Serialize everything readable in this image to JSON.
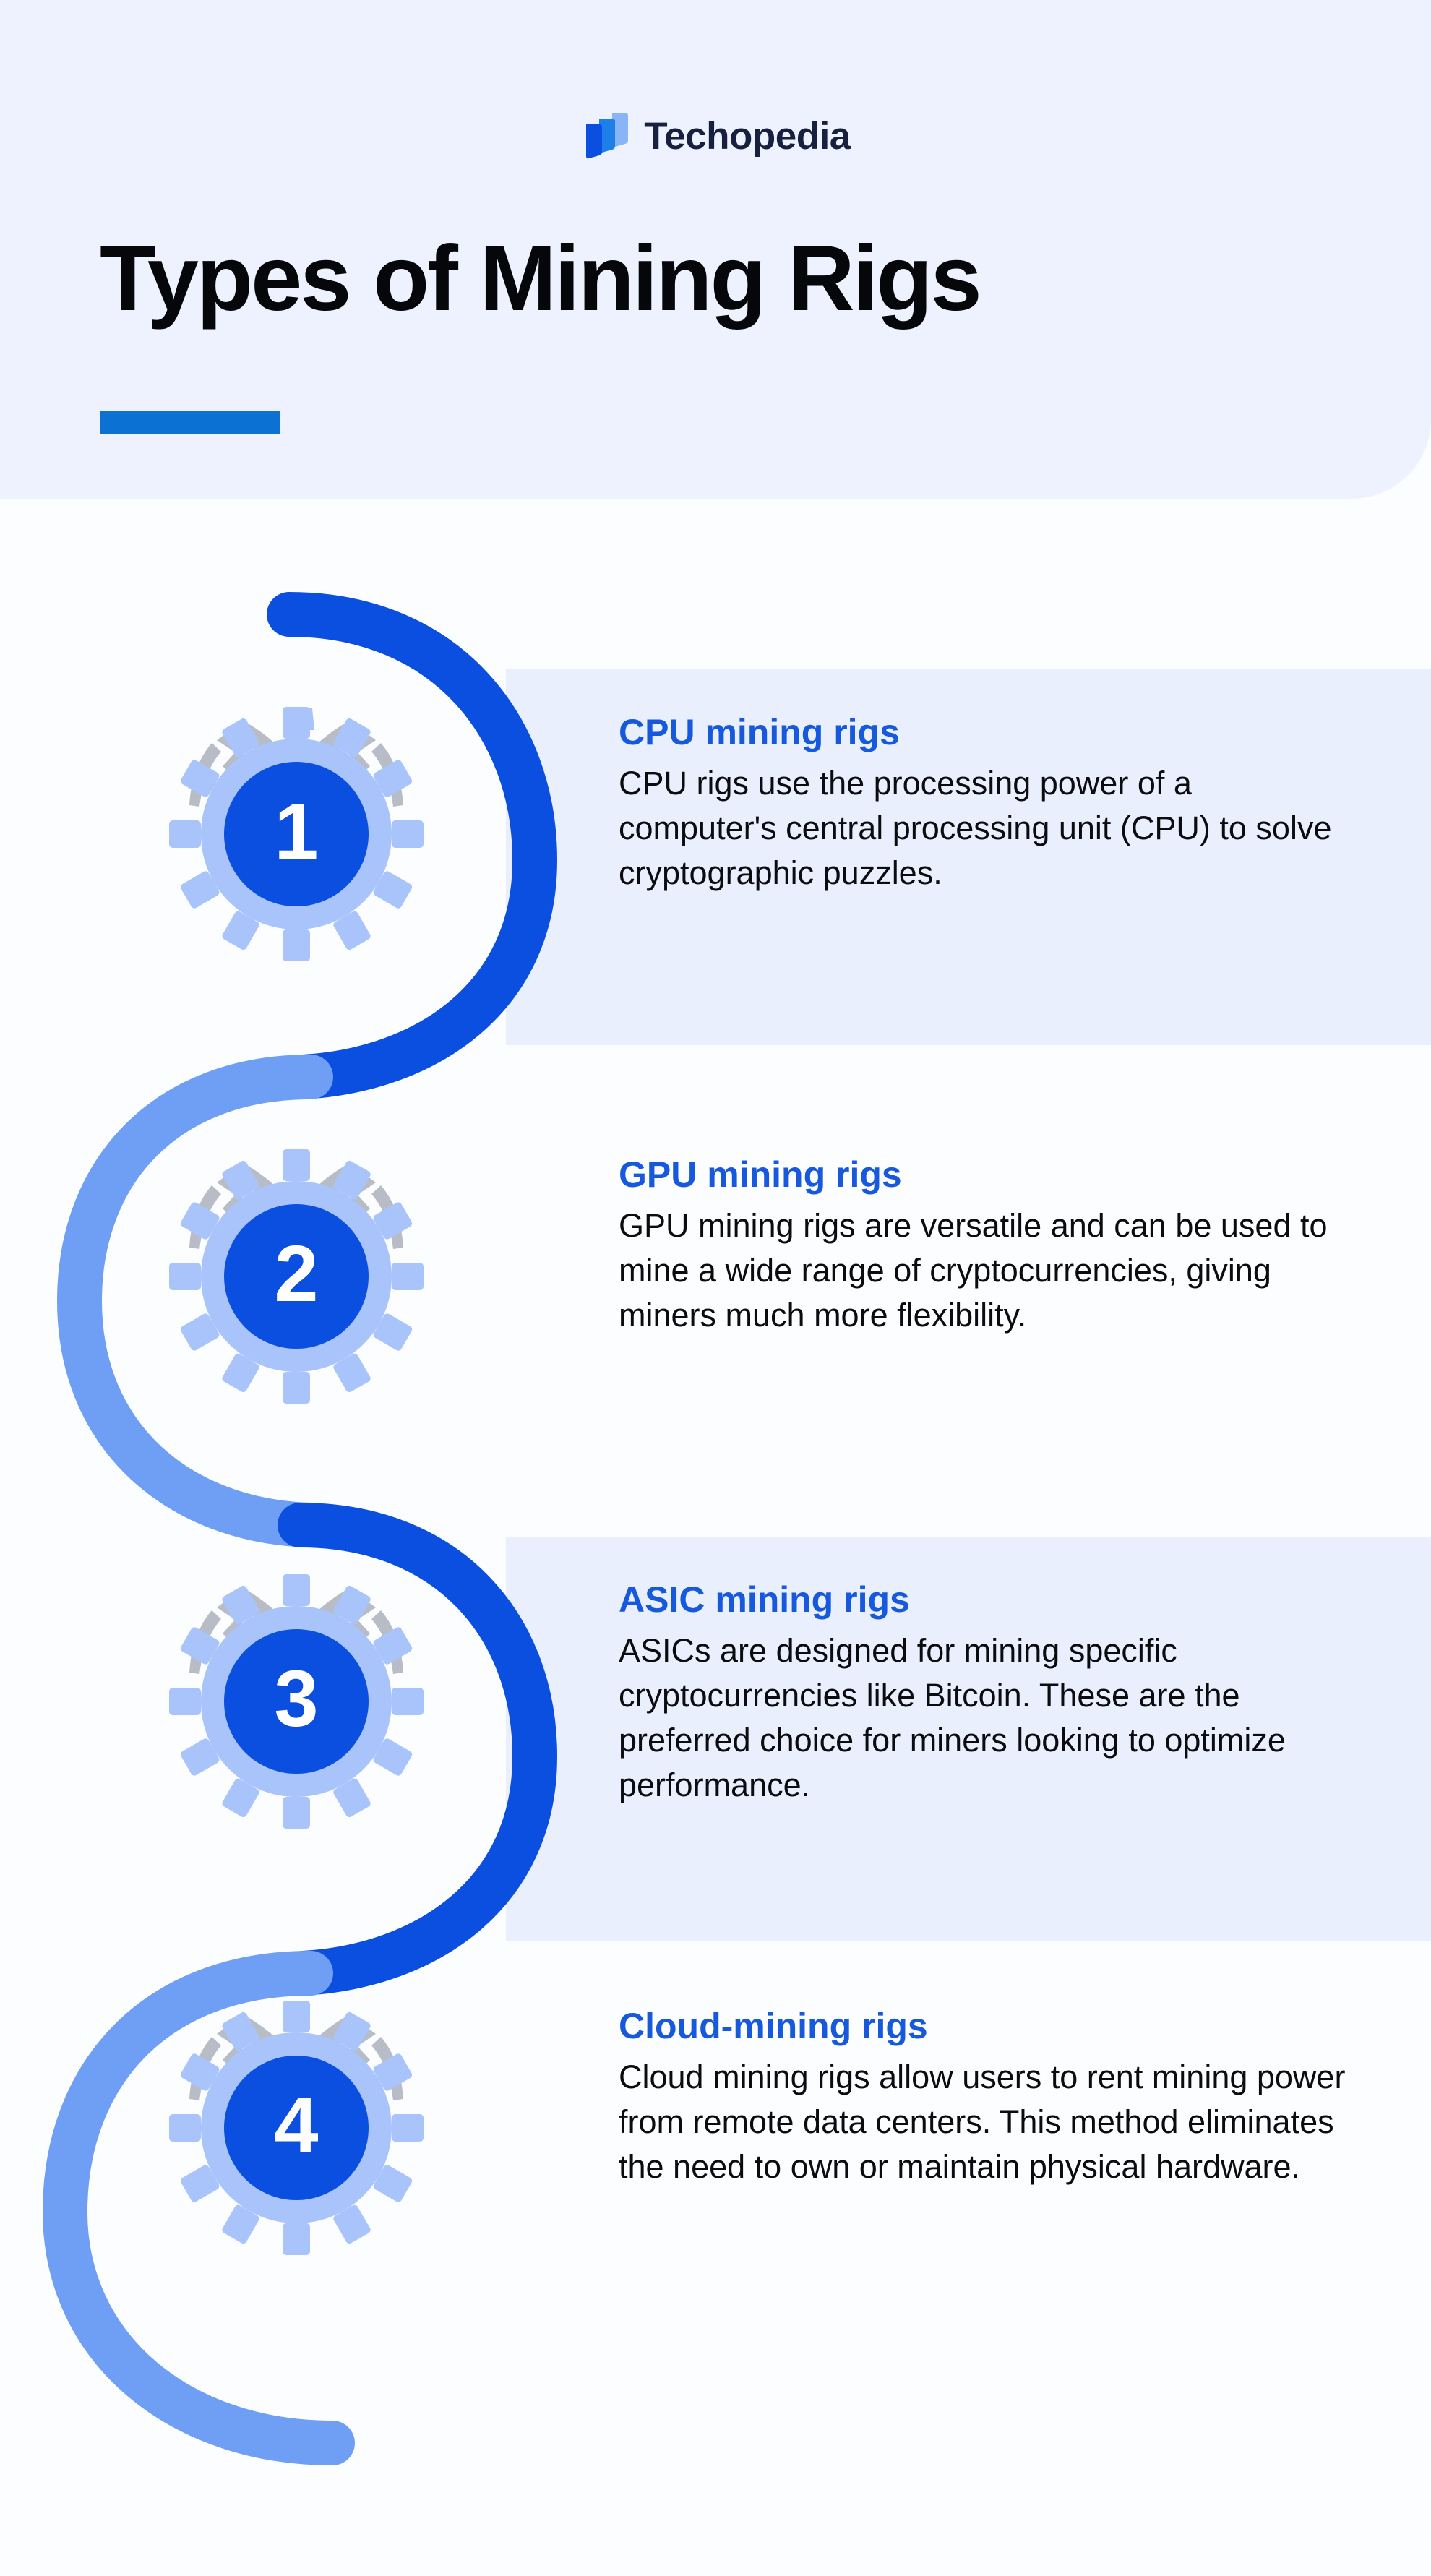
{
  "brand": {
    "name": "Techopedia",
    "logo_icon": "techopedia-parallelogram-logo",
    "logo_colors": [
      "#0b4fe0",
      "#1f7fe8",
      "#8ab4f8"
    ]
  },
  "header": {
    "title": "Types of Mining Rigs",
    "accent_color": "#0b72d4",
    "background": "#edf2fe"
  },
  "colors": {
    "heading_blue": "#1659dc",
    "ribbon_dark": "#0b4fe0",
    "ribbon_light": "#6e9ff5",
    "gear_light": "#a8c4fb",
    "gear_center": "#0b4fe0",
    "pickaxe_gray": "#b7bcc6",
    "panel_tint": "#e9effd",
    "page_background": "#fcfdff"
  },
  "steps": [
    {
      "number": "1",
      "heading": "CPU mining rigs",
      "body": "CPU rigs use the processing power of a computer's central processing unit (CPU) to solve cryptographic puzzles.",
      "icon": "gear-with-crossed-pickaxes-icon",
      "ribbon_color": "#0b4fe0",
      "panel_tinted": true
    },
    {
      "number": "2",
      "heading": "GPU mining rigs",
      "body": "GPU mining rigs are versatile and can be used to mine a wide range of cryptocurrencies, giving miners much more flexibility.",
      "icon": "gear-with-crossed-pickaxes-icon",
      "ribbon_color": "#6e9ff5",
      "panel_tinted": false
    },
    {
      "number": "3",
      "heading": "ASIC mining rigs",
      "body": "ASICs are designed for mining specific cryptocurrencies like Bitcoin. These are the preferred choice for miners looking to optimize performance.",
      "icon": "gear-with-crossed-pickaxes-icon",
      "ribbon_color": "#0b4fe0",
      "panel_tinted": true
    },
    {
      "number": "4",
      "heading": "Cloud-mining rigs",
      "body": "Cloud mining rigs allow users to rent mining power from remote data centers. This method eliminates the need to own or maintain physical hardware.",
      "icon": "gear-with-crossed-pickaxes-icon",
      "ribbon_color": "#6e9ff5",
      "panel_tinted": false
    }
  ]
}
